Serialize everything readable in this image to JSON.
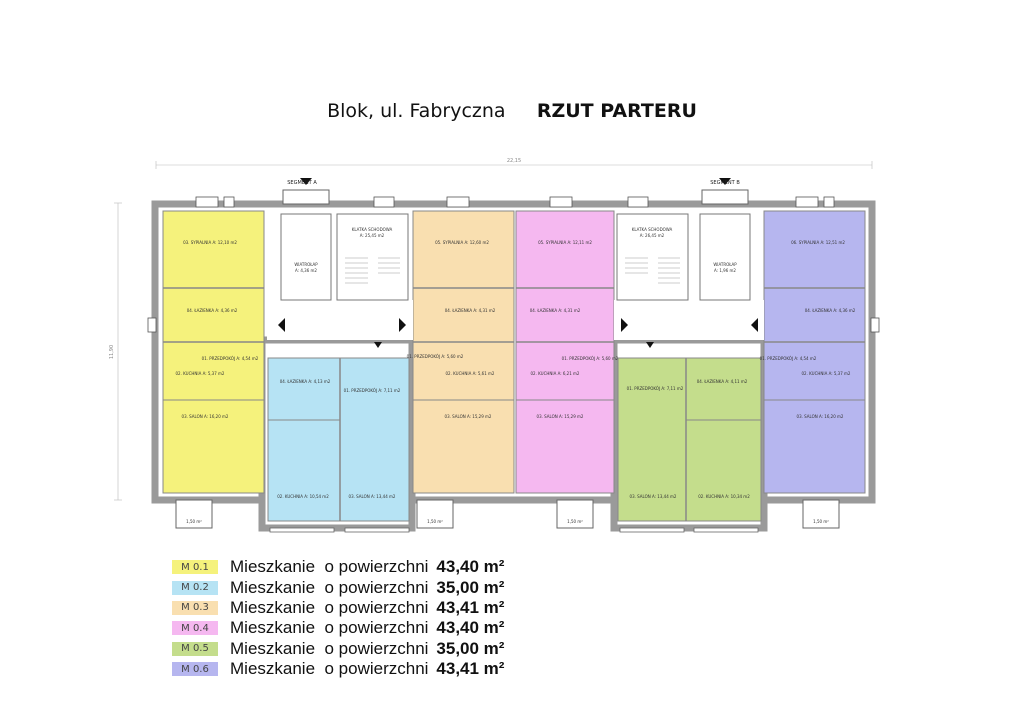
{
  "title": {
    "subtitle": "Blok, ul. Fabryczna",
    "main": "RZUT PARTERU"
  },
  "segments": {
    "a": "SEGMENT A",
    "b": "SEGMENT B"
  },
  "dimension_top": "22,15",
  "dimension_left": "11,90",
  "stairwell_label": "KLATKA SCHODOWA",
  "stairwell_area_1": "A: 25,45 m2",
  "stairwell_area_2": "A: 26,45 m2",
  "vestibule_label": "WIATROŁAP",
  "vestibule_area": "A: 4,36 m2",
  "vestibule_area_2": "A: 1,96 m2",
  "balcony_label": "1,50 m²",
  "colors": {
    "m01": "#f5f27c",
    "m02": "#b6e3f4",
    "m03": "#f9dfb0",
    "m04": "#f5b8f0",
    "m05": "#c4dd8c",
    "m06": "#b6b6ef",
    "wall": "#9a9a9a",
    "common": "#ffffff"
  },
  "units": {
    "m01": {
      "rooms": [
        "03. SYPIALNIA A: 12,10 m2",
        "04. ŁAZIENKA A: 4,36 m2",
        "01. PRZEDPOKÓJ A: 4,54 m2",
        "02. KUCHNIA A: 5,37 m2",
        "03. SALON A: 16,20 m2"
      ]
    },
    "m02": {
      "rooms": [
        "04. ŁAZIENKA A: 4,13 m2",
        "01. PRZEDPOKÓJ A: 7,11 m2",
        "02. KUCHNIA A: 10,54 m2",
        "03. SALON A: 13,44 m2"
      ]
    },
    "m03": {
      "rooms": [
        "05. SYPIALNIA A: 12,60 m2",
        "04. ŁAZIENKA A: 4,31 m2",
        "01. PRZEDPOKÓJ A: 5,60 m2",
        "02. KUCHNIA A: 5,61 m2",
        "03. SALON A: 15,29 m2"
      ]
    },
    "m04": {
      "rooms": [
        "05. SYPIALNIA A: 12,11 m2",
        "04. ŁAZIENKA A: 4,31 m2",
        "01. PRZEDPOKÓJ A: 5,60 m2",
        "02. KUCHNIA A: 6,21 m2",
        "03. SALON A: 15,29 m2"
      ]
    },
    "m05": {
      "rooms": [
        "01. PRZEDPOKÓJ A: 7,11 m2",
        "04. ŁAZIENKA A: 4,11 m2",
        "03. SALON A: 13,44 m2",
        "02. KUCHNIA A: 10,34 m2"
      ]
    },
    "m06": {
      "rooms": [
        "06. SYPIALNIA A: 12,51 m2",
        "04. ŁAZIENKA A: 4,36 m2",
        "01. PRZEDPOKÓJ A: 4,54 m2",
        "02. KUCHNIA A: 5,37 m2",
        "03. SALON A: 16,20 m2"
      ]
    }
  },
  "legend": [
    {
      "code": "M 0.1",
      "text": "Mieszkanie  o powierzchni",
      "area": "43,40 m²",
      "color": "#f5f27c"
    },
    {
      "code": "M 0.2",
      "text": "Mieszkanie  o powierzchni",
      "area": "35,00 m²",
      "color": "#b6e3f4"
    },
    {
      "code": "M 0.3",
      "text": "Mieszkanie  o powierzchni",
      "area": "43,41 m²",
      "color": "#f9dfb0"
    },
    {
      "code": "M 0.4",
      "text": "Mieszkanie  o powierzchni",
      "area": "43,40 m²",
      "color": "#f5b8f0"
    },
    {
      "code": "M 0.5",
      "text": "Mieszkanie  o powierzchni",
      "area": "35,00 m²",
      "color": "#c4dd8c"
    },
    {
      "code": "M 0.6",
      "text": "Mieszkanie  o powierzchni",
      "area": "43,41 m²",
      "color": "#b6b6ef"
    }
  ]
}
